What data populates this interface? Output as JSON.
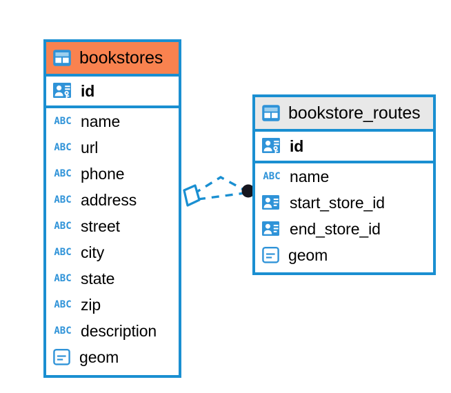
{
  "diagram": {
    "type": "entity-relationship-diagram",
    "background_color": "#ffffff",
    "accent_color": "#1a8fd1",
    "highlight_color": "#f9824f",
    "header_color": "#e8e8e8"
  },
  "entities": [
    {
      "name": "bookstores",
      "header_icon": "table-icon",
      "header_style": "orange",
      "primary_key": {
        "label": "id",
        "icon": "primary-key-icon"
      },
      "fields": [
        {
          "label": "name",
          "icon": "text-abc-icon"
        },
        {
          "label": "url",
          "icon": "text-abc-icon"
        },
        {
          "label": "phone",
          "icon": "text-abc-icon"
        },
        {
          "label": "address",
          "icon": "text-abc-icon"
        },
        {
          "label": "street",
          "icon": "text-abc-icon"
        },
        {
          "label": "city",
          "icon": "text-abc-icon"
        },
        {
          "label": "state",
          "icon": "text-abc-icon"
        },
        {
          "label": "zip",
          "icon": "text-abc-icon"
        },
        {
          "label": "description",
          "icon": "text-abc-icon"
        },
        {
          "label": "geom",
          "icon": "geometry-icon"
        }
      ]
    },
    {
      "name": "bookstore_routes",
      "header_icon": "table-icon",
      "header_style": "gray",
      "primary_key": {
        "label": "id",
        "icon": "primary-key-icon"
      },
      "fields": [
        {
          "label": "name",
          "icon": "text-abc-icon"
        },
        {
          "label": "start_store_id",
          "icon": "foreign-key-icon"
        },
        {
          "label": "end_store_id",
          "icon": "foreign-key-icon"
        },
        {
          "label": "geom",
          "icon": "geometry-icon"
        }
      ]
    }
  ],
  "relationship": {
    "source_endpoint": "diamond-endpoint",
    "target_endpoint": "filled-circle-endpoint",
    "line_style": "dashed",
    "line_color": "#1a8fd1",
    "endpoint_fill_color": "#16161e"
  }
}
